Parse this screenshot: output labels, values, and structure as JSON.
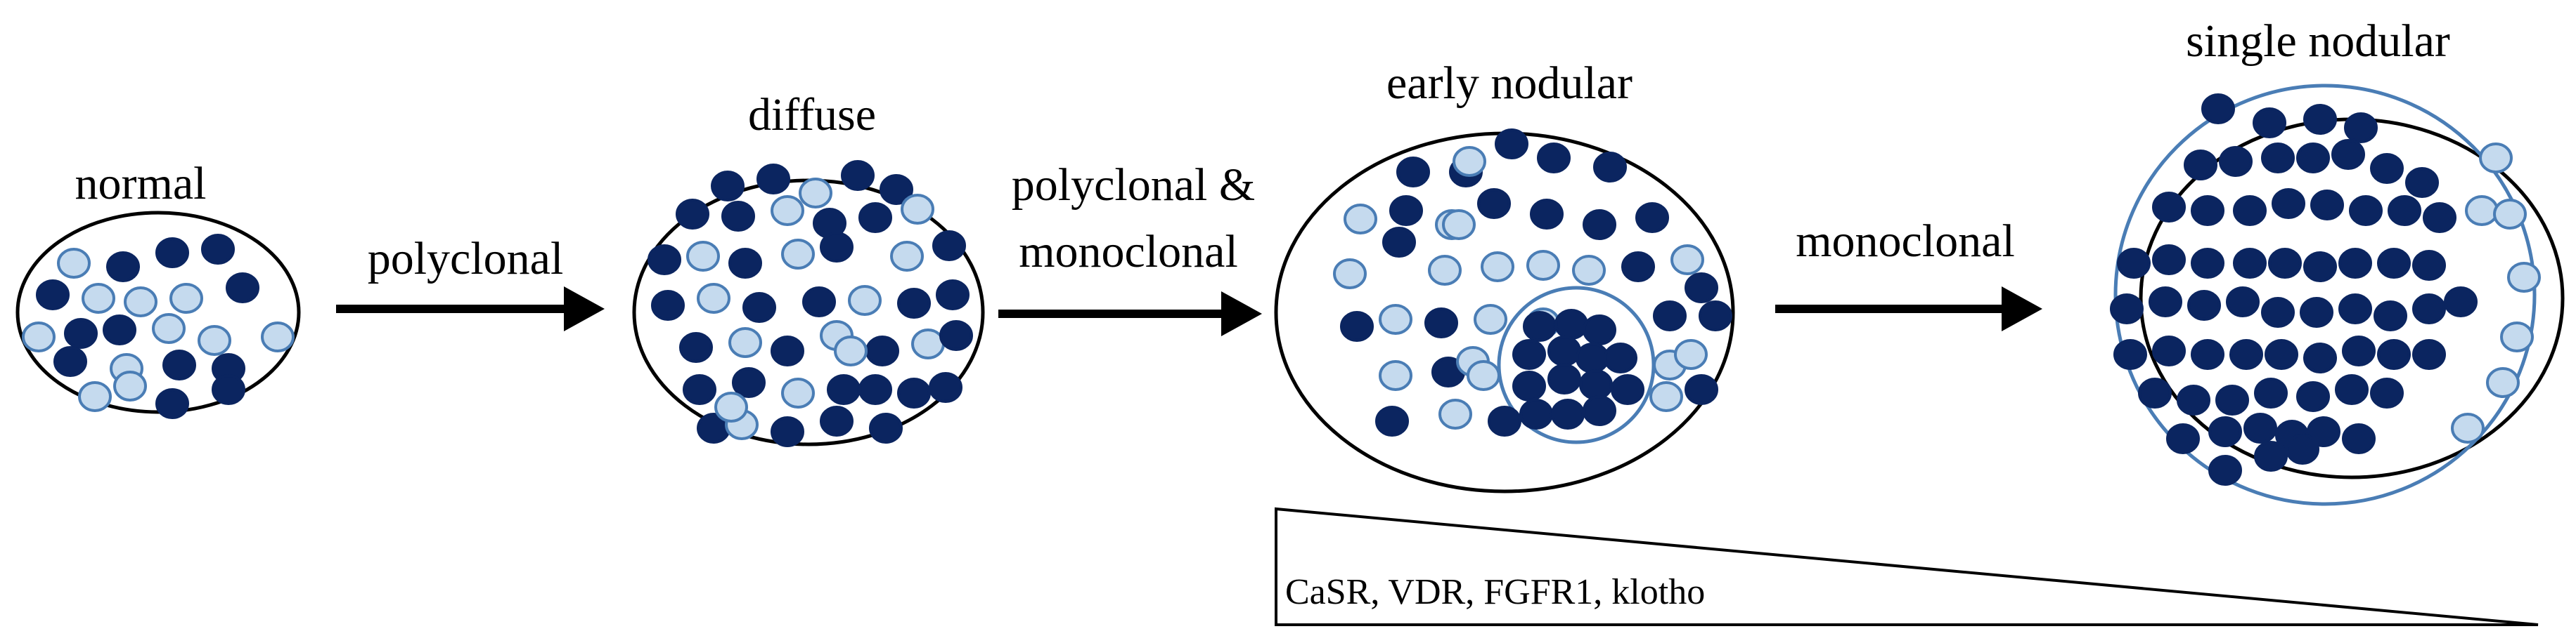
{
  "stages": [
    {
      "id": "normal",
      "label": "normal"
    },
    {
      "id": "diffuse",
      "label": "diffuse"
    },
    {
      "id": "early-nodular",
      "label": "early nodular"
    },
    {
      "id": "single-nodular",
      "label": "single nodular"
    }
  ],
  "transitions": [
    {
      "id": "polyclonal",
      "lines": [
        "polyclonal"
      ]
    },
    {
      "id": "polyclonal-monoclonal",
      "lines": [
        "polyclonal &",
        "monoclonal"
      ]
    },
    {
      "id": "monoclonal",
      "lines": [
        "monoclonal"
      ]
    }
  ],
  "expression": {
    "label": "CaSR, VDR, FGFR1, klotho",
    "trend": "decreasing"
  },
  "colors": {
    "dark_cell": "#0b2560",
    "light_cell": "#c5daee",
    "light_cell_stroke": "#4a7db5",
    "nodule_stroke": "#4a7db5",
    "outline": "#000000"
  }
}
